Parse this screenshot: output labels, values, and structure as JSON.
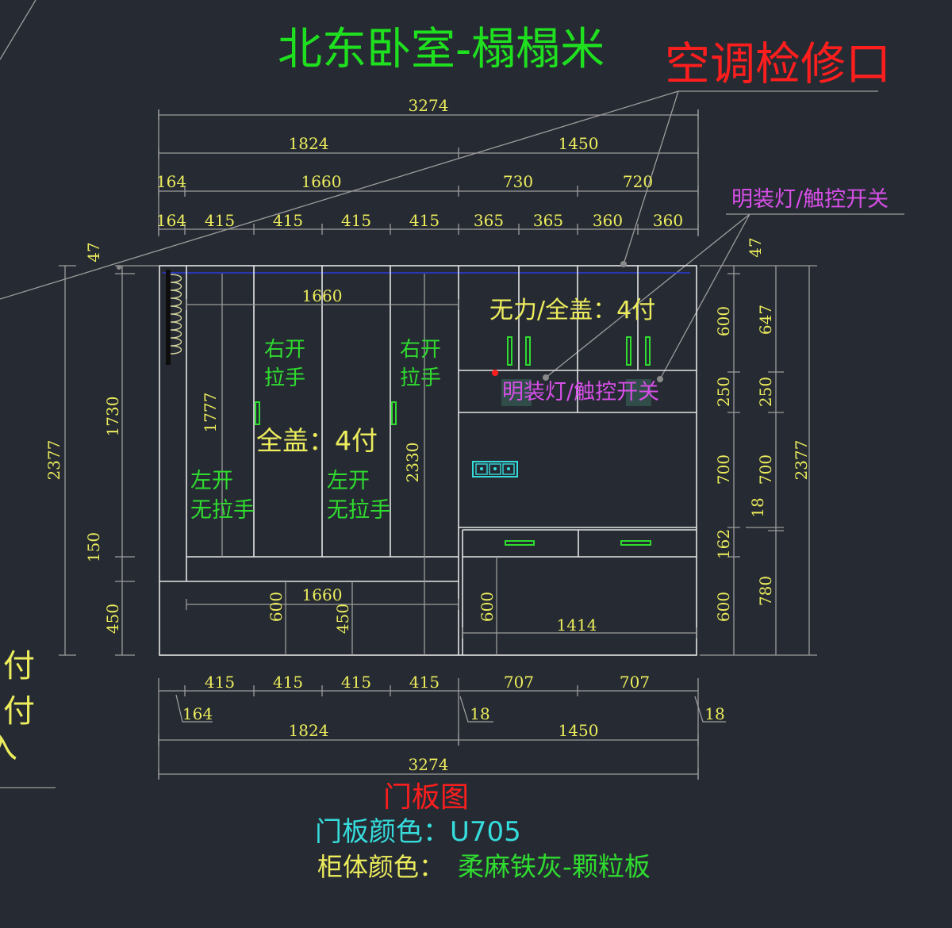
{
  "title": "北东卧室-榻榻米",
  "ac_access_label": "空调检修口",
  "light_switch_label": "明装灯/触控开关",
  "top_dims": {
    "overall": "3274",
    "level2": [
      "1824",
      "1450"
    ],
    "level3": [
      "164",
      "1660",
      "730",
      "720"
    ],
    "level4": [
      "164",
      "415",
      "415",
      "415",
      "415",
      "365",
      "365",
      "360",
      "360"
    ]
  },
  "left_dims": {
    "top_gap": "47",
    "overall": "2377",
    "tall_section": "1730",
    "gap": "150",
    "base": "450"
  },
  "right_dims": {
    "top_gap": "47",
    "inner": [
      "600",
      "250",
      "700",
      "162",
      "600"
    ],
    "outer": [
      "647",
      "250",
      "700",
      "18",
      "780"
    ],
    "overall": "2377"
  },
  "cabinet": {
    "top_inner_width": "1660",
    "upper_door_note": "无力/全盖：4付",
    "right_open_1": "右开",
    "pull_handle_1": "拉手",
    "right_open_2": "右开",
    "pull_handle_2": "拉手",
    "tall_height": "1777",
    "full_overlay_note": "全盖：4付",
    "full_height": "2330",
    "left_open_1": "左开",
    "no_handle_1": "无拉手",
    "left_open_2": "左开",
    "no_handle_2": "无拉手",
    "inner_light_switch_label": "明装灯/触控开关",
    "base_width": "1660",
    "base_depth": "600",
    "base_height": "450",
    "right_base_height": "600",
    "right_base_width": "1414"
  },
  "bottom_dims": {
    "level1": [
      "415",
      "415",
      "415",
      "415",
      "707",
      "707"
    ],
    "offset_left": "164",
    "offset_mid": "18",
    "offset_right": "18",
    "level2": [
      "1824",
      "1450"
    ],
    "overall": "3274"
  },
  "legend": {
    "drawing_name": "门板图",
    "door_color": "门板颜色：U705",
    "body_color_label": "柜体颜色：",
    "body_color_value": "柔麻铁灰-颗粒板"
  },
  "edge_fragments": [
    "付",
    "付",
    "入"
  ],
  "colors": {
    "background": "#262b33",
    "dimension_text": "#ecec5c",
    "title": "#1fe01f",
    "annotation_red": "#ff1e1e",
    "annotation_magenta": "#d54fe6",
    "annotation_green": "#2fdc2f",
    "annotation_cyan": "#36dcdc",
    "cabinet_edge": "#e4e4e4",
    "dimension_line": "#9c9c9c"
  }
}
